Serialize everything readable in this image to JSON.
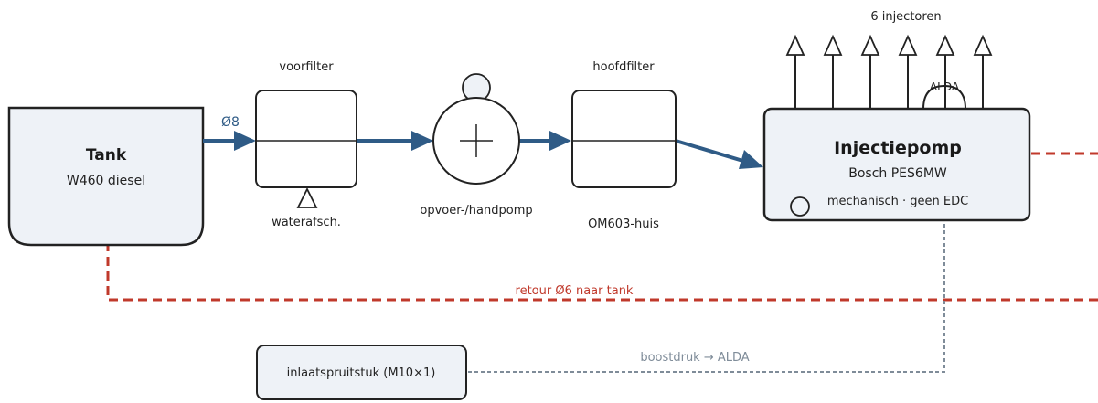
{
  "colors": {
    "fuel_line": "#2f5b86",
    "return_line": "#c0392b",
    "boost_line": "#7f8c99",
    "box_fill": "#eef2f7",
    "box_stroke": "#222222",
    "pipe_label": "#2f5b86",
    "return_label": "#c0392b",
    "boost_label": "#7f8c99"
  },
  "tank": {
    "title": "Tank",
    "subtitle": "W460 diesel"
  },
  "feed_pipe_label": "Ø8",
  "prefilter": {
    "title": "voorfilter",
    "drain_label": "waterafsch."
  },
  "lift_pump": {
    "label": "opvoer-/handpomp"
  },
  "main_filter": {
    "title": "hoofdfilter",
    "housing_label": "OM603-huis"
  },
  "injectors": {
    "title": "6 injectoren",
    "count": 6
  },
  "injection_pump": {
    "title": "Injectiepomp",
    "subtitle": "Bosch PES6MW",
    "note": "mechanisch · geen EDC",
    "alda_label": "ALDA"
  },
  "return_line_label": "retour Ø6 naar tank",
  "intake_manifold": {
    "label": "inlaatspruitstuk (M10×1)"
  },
  "boost_line_label": "boostdruk → ALDA"
}
